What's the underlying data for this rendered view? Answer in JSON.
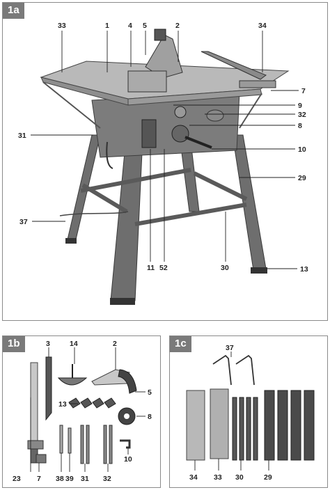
{
  "figure_1a": {
    "tag": "1a",
    "callouts": {
      "n33": "33",
      "n1": "1",
      "n4": "4",
      "n5": "5",
      "n2": "2",
      "n34": "34",
      "n7": "7",
      "n9": "9",
      "n32": "32",
      "n8": "8",
      "n31": "31",
      "n10": "10",
      "n29": "29",
      "n37": "37",
      "n11": "11",
      "n52": "52",
      "n30": "30",
      "n13": "13"
    }
  },
  "figure_1b": {
    "tag": "1b",
    "callouts": {
      "n3": "3",
      "n14": "14",
      "n2": "2",
      "n5": "5",
      "n13": "13",
      "n8": "8",
      "n10": "10",
      "n23": "23",
      "n7": "7",
      "n38": "38",
      "n39": "39",
      "n31": "31",
      "n32": "32"
    }
  },
  "figure_1c": {
    "tag": "1c",
    "callouts": {
      "n37": "37",
      "n34": "34",
      "n33": "33",
      "n30": "30",
      "n29": "29"
    }
  },
  "colors": {
    "panel_border": "#8a8a8a",
    "badge_bg": "#7a7a7a",
    "metal": "#b4b4b4",
    "leg": "#6a6a6a"
  }
}
